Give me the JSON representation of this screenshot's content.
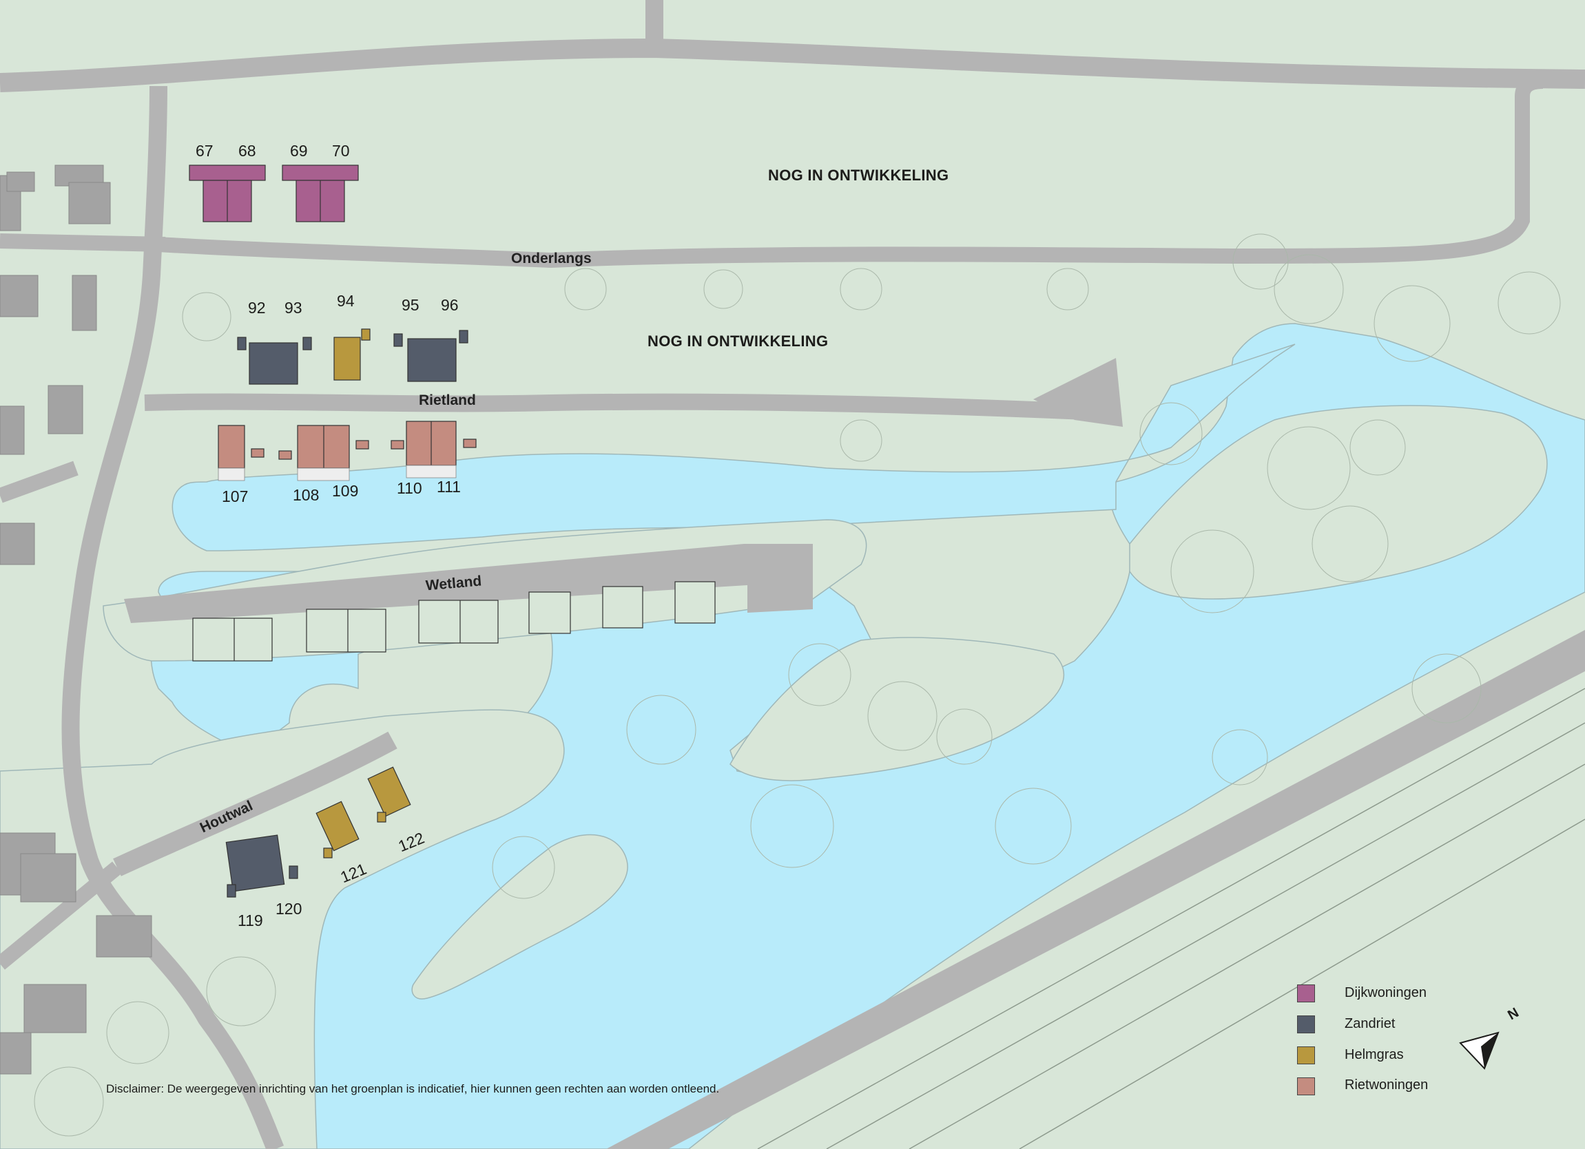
{
  "map": {
    "areas": {
      "area_1": "NOG IN ONTWIKKELING",
      "area_2": "NOG IN ONTWIKKELING"
    },
    "streets": {
      "onderlangs": "Onderlangs",
      "rietland": "Rietland",
      "wetland": "Wetland",
      "houtwal": "Houtwal"
    },
    "lots": {
      "l67": "67",
      "l68": "68",
      "l69": "69",
      "l70": "70",
      "l92": "92",
      "l93": "93",
      "l94": "94",
      "l95": "95",
      "l96": "96",
      "l107": "107",
      "l108": "108",
      "l109": "109",
      "l110": "110",
      "l111": "111",
      "l119": "119",
      "l120": "120",
      "l121": "121",
      "l122": "122"
    },
    "disclaimer": "Disclaimer: De weergegeven inrichting van het groenplan is indicatief, hier kunnen geen rechten aan worden ontleend.",
    "north_label": "N"
  },
  "legend": {
    "items": [
      {
        "label": "Dijkwoningen",
        "color": "#a8608f"
      },
      {
        "label": "Zandriet",
        "color": "#545c6a"
      },
      {
        "label": "Helmgras",
        "color": "#b8983e"
      },
      {
        "label": "Rietwoningen",
        "color": "#c48c80"
      }
    ]
  },
  "colors": {
    "land": "#d8e6d8",
    "water": "#b8ebfa",
    "road": "#b4b4b4",
    "building_grey": "#a3a3a3"
  }
}
